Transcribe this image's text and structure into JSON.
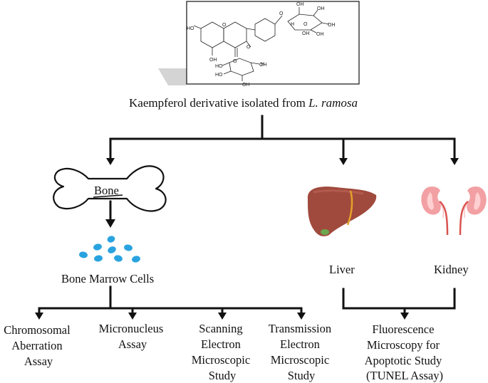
{
  "title": {
    "prefix": "Kaempferol derivative isolated from ",
    "species": "L. ramosa"
  },
  "structure": {
    "labels": [
      "HO",
      "OH",
      "OH",
      "OH",
      "OH",
      "O",
      "O",
      "OH",
      "OH",
      "HO",
      "HO",
      "OH",
      "H",
      "OH",
      "O",
      "O",
      "O",
      "H"
    ]
  },
  "organs": {
    "bone": "Bone",
    "bone_marrow": "Bone Marrow Cells",
    "liver": "Liver",
    "kidney": "Kidney"
  },
  "assays": {
    "chromosomal": [
      "Chromosomal",
      "Aberration",
      "Assay"
    ],
    "micronucleus": [
      "Micronucleus",
      "Assay"
    ],
    "sem": [
      "Scanning",
      "Electron",
      "Microscopic",
      "Study"
    ],
    "tem": [
      "Transmission",
      "Electron",
      "Microscopic",
      "Study"
    ],
    "fluorescence": [
      "Fluorescence",
      "Microscopy for",
      "Apoptotic Study",
      "(TUNEL Assay)"
    ]
  },
  "colors": {
    "liver": "#a04a3d",
    "liver_band": "#e3a02a",
    "gallbladder": "#6aa84f",
    "kidney": "#f2a0a3",
    "kidney_inner": "#d9534f",
    "cells": "#29a3e0"
  }
}
